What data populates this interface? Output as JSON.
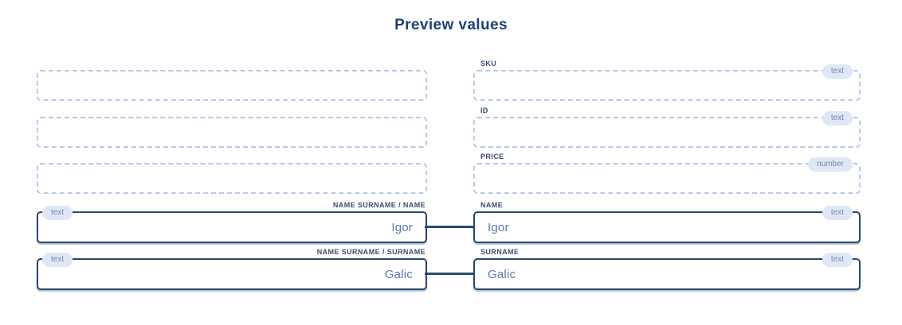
{
  "title": "Preview values",
  "colors": {
    "title_text": "#1d4077",
    "solid_border": "#27496f",
    "dashed_border": "#b9c9e8",
    "badge_background": "#dfe7f5",
    "badge_text": "#7289ad",
    "label_text": "#3d4f6e",
    "value_text": "#5b79ac",
    "connector": "#27496f"
  },
  "left_column": {
    "fields": [
      {
        "label": "",
        "badge": "",
        "value": "",
        "style": "dashed"
      },
      {
        "label": "",
        "badge": "",
        "value": "",
        "style": "dashed"
      },
      {
        "label": "",
        "badge": "",
        "value": "",
        "style": "dashed"
      },
      {
        "label": "NAME SURNAME / NAME",
        "badge": "text",
        "value": "Igor",
        "style": "solid"
      },
      {
        "label": "NAME SURNAME / SURNAME",
        "badge": "text",
        "value": "Galic",
        "style": "solid"
      }
    ]
  },
  "right_column": {
    "fields": [
      {
        "label": "SKU",
        "badge": "text",
        "value": "",
        "style": "dashed"
      },
      {
        "label": "ID",
        "badge": "text",
        "value": "",
        "style": "dashed"
      },
      {
        "label": "PRICE",
        "badge": "number",
        "value": "",
        "style": "dashed"
      },
      {
        "label": "NAME",
        "badge": "text",
        "value": "Igor",
        "style": "solid"
      },
      {
        "label": "SURNAME",
        "badge": "text",
        "value": "Galic",
        "style": "solid"
      }
    ]
  },
  "connections": [
    {
      "from": "NAME SURNAME / NAME",
      "to": "NAME"
    },
    {
      "from": "NAME SURNAME / SURNAME",
      "to": "SURNAME"
    }
  ]
}
